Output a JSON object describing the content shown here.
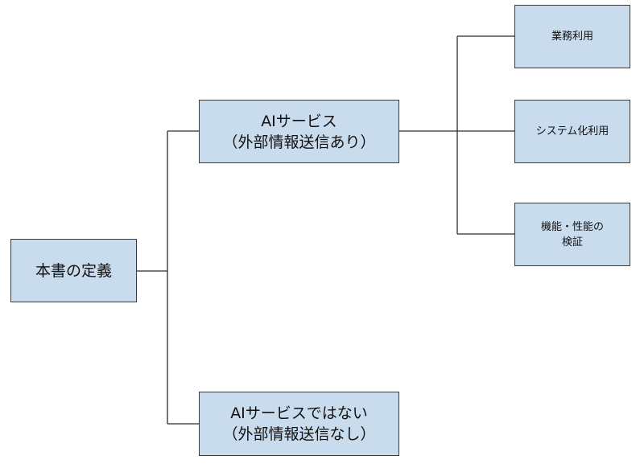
{
  "diagram": {
    "root": {
      "label": "本書の定義"
    },
    "ai_service": {
      "line1": "AIサービス",
      "line2": "（外部情報送信あり）"
    },
    "not_ai_service": {
      "line1": "AIサービスではない",
      "line2": "（外部情報送信なし）"
    },
    "uses": {
      "business": "業務利用",
      "system": "システム化利用",
      "verification_line1": "機能・性能の",
      "verification_line2": "検証"
    },
    "colors": {
      "box_fill": "#c9dcee",
      "box_border": "#3a3a3a",
      "connector": "#2b2b2b"
    }
  }
}
